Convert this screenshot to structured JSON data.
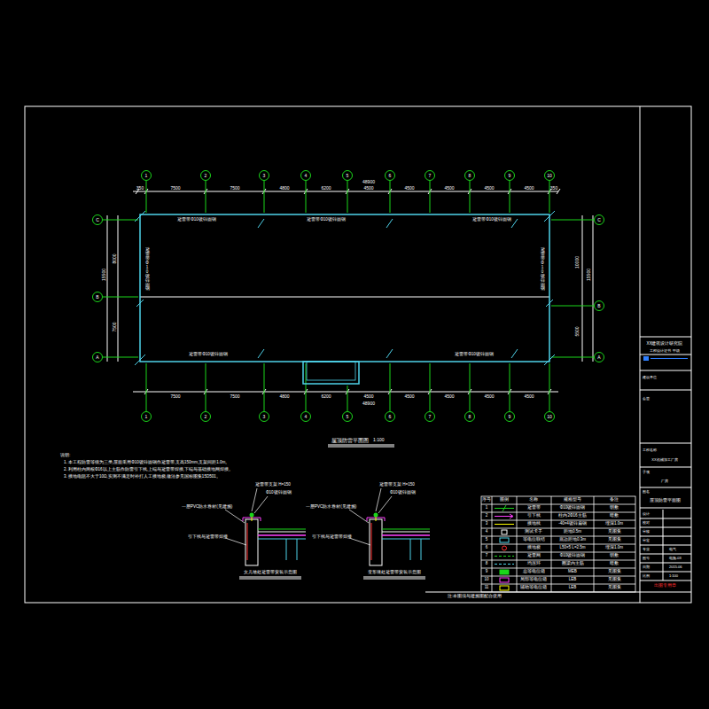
{
  "diagram": {
    "title": "屋顶防雷平面图",
    "labels": [
      "350",
      "7500",
      "7500",
      "4800",
      "6200",
      "4500",
      "4500",
      "4500",
      "4500",
      "4500",
      "350",
      "48900",
      "1",
      "2",
      "3",
      "4",
      "5",
      "6",
      "7",
      "8",
      "9",
      "10",
      "7500",
      "7500",
      "4800",
      "6200",
      "4500",
      "4500",
      "4500",
      "4500",
      "4500",
      "48900",
      "1",
      "2",
      "3",
      "4",
      "5",
      "6",
      "7",
      "8",
      "9",
      "10",
      "C",
      "B",
      "A",
      "8000",
      "7500",
      "15500",
      "C",
      "B",
      "A",
      "10000",
      "5500",
      "15500",
      "避雷带Φ10镀锌圆钢",
      "避雷带Φ10镀锌圆钢",
      "避雷带Φ10镀锌圆钢",
      "避雷带Φ10镀锌圆钢",
      "避雷带Φ10镀锌圆钢",
      "避雷带Φ10镀锌圆钢",
      "避雷带Φ10镀锌圆钢",
      "1:100",
      "说明:",
      "1. 本工程防雷等级为三类,屋面采用Φ10镀锌圆钢作避雷带,支高150mm,支架间距1.0m。",
      "2. 利用柱内两根Φ16以上主筋作防雷引下线,上端与避雷带焊接,下端与基础接地网焊接。",
      "3. 接地电阻不大于10Ω,实测不满足时补打人工接地极,做法参见国标图集15D501。",
      "一层PVC防水卷材(见建施)",
      "避雷带支架 H=150",
      "Φ10镀锌圆钢",
      "引下线与避雷带焊接",
      "女儿墙处避雷带安装示意图",
      "一层PVC防水卷材(见建施)",
      "避雷带支架 H=150",
      "Φ10镀锌圆钢",
      "引下线与避雷带焊接",
      "变形缝处避雷带安装示意图",
      "序号",
      "图例",
      "名称",
      "规格型号",
      "备注",
      "1",
      "2",
      "3",
      "4",
      "5",
      "6",
      "7",
      "8",
      "9",
      "10",
      "11",
      "Φ10镀锌圆钢",
      "柱内2Φ16主筋",
      "-40×4镀锌扁钢",
      "距地0.5m",
      "底边距地0.3m",
      "L50×5 L=2.5m",
      "Φ10镀锌圆钢",
      "圈梁内主筋",
      "MEB",
      "LEB",
      "LEB",
      "明敷",
      "暗敷",
      "埋深1.0m",
      "见图集",
      "见图集",
      "埋深1.0m",
      "明敷",
      "暗敷",
      "见图集",
      "见图集",
      "见图集",
      "XX建筑设计研究院",
      "工程设计证书 甲级",
      "建设单位",
      "会签",
      "工程名称",
      "XX机械加工厂房",
      "子项",
      "厂房",
      "图名",
      "屋顶防雷平面图",
      "设计",
      "校对",
      "审核",
      "审定",
      "专业",
      "电气",
      "图号",
      "电施-03",
      "日期",
      "2015.06",
      "比例",
      "1:100",
      "出图专用章",
      "注:本图须与建施图配合使用"
    ],
    "legend": [
      {
        "text": "避雷带"
      },
      {
        "text": "引下线"
      },
      {
        "text": "接地线"
      },
      {
        "text": "测试卡子"
      },
      {
        "text": "等电位联结"
      },
      {
        "text": "接地极"
      },
      {
        "text": "避雷网"
      },
      {
        "text": "均压环"
      },
      {
        "text": "总等电位箱"
      },
      {
        "text": "局部等电位箱"
      },
      {
        "text": "辅助等电位箱"
      }
    ]
  }
}
